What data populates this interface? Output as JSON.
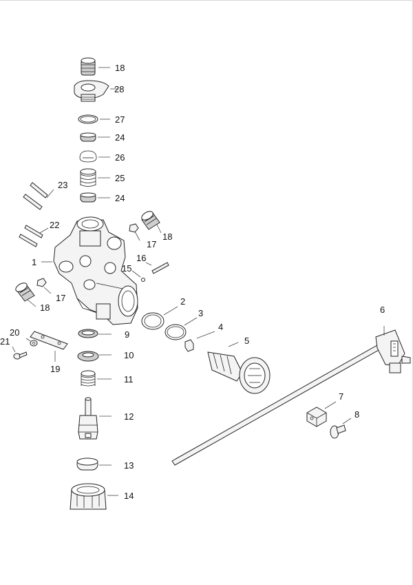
{
  "diagram": {
    "type": "exploded-parts-view",
    "callouts": [
      {
        "id": "c18a",
        "number": "18"
      },
      {
        "id": "c28",
        "number": "28"
      },
      {
        "id": "c27",
        "number": "27"
      },
      {
        "id": "c24a",
        "number": "24"
      },
      {
        "id": "c26",
        "number": "26"
      },
      {
        "id": "c25",
        "number": "25"
      },
      {
        "id": "c24b",
        "number": "24"
      },
      {
        "id": "c23",
        "number": "23"
      },
      {
        "id": "c22",
        "number": "22"
      },
      {
        "id": "c18b",
        "number": "18"
      },
      {
        "id": "c17a",
        "number": "17"
      },
      {
        "id": "c16",
        "number": "16"
      },
      {
        "id": "c15",
        "number": "15"
      },
      {
        "id": "c1",
        "number": "1"
      },
      {
        "id": "c17b",
        "number": "17"
      },
      {
        "id": "c18c",
        "number": "18"
      },
      {
        "id": "c2",
        "number": "2"
      },
      {
        "id": "c3",
        "number": "3"
      },
      {
        "id": "c4",
        "number": "4"
      },
      {
        "id": "c5",
        "number": "5"
      },
      {
        "id": "c6",
        "number": "6"
      },
      {
        "id": "c9",
        "number": "9"
      },
      {
        "id": "c20",
        "number": "20"
      },
      {
        "id": "c21",
        "number": "21"
      },
      {
        "id": "c10",
        "number": "10"
      },
      {
        "id": "c19",
        "number": "19"
      },
      {
        "id": "c11",
        "number": "11"
      },
      {
        "id": "c12",
        "number": "12"
      },
      {
        "id": "c7",
        "number": "7"
      },
      {
        "id": "c8",
        "number": "8"
      },
      {
        "id": "c13",
        "number": "13"
      },
      {
        "id": "c14",
        "number": "14"
      }
    ]
  }
}
